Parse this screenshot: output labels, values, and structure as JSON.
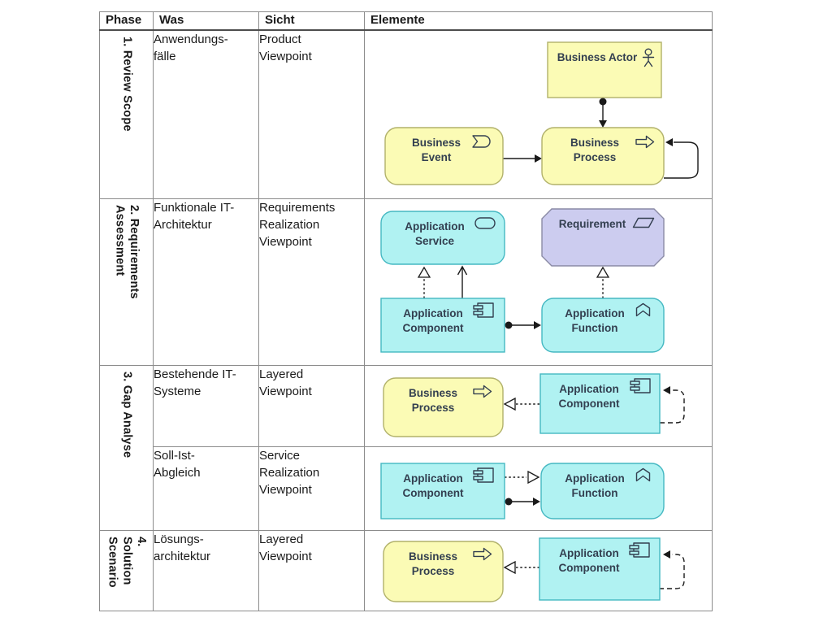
{
  "colors": {
    "business_fill": "#FBFBB5",
    "business_stroke": "#B1B16A",
    "app_fill": "#B0F2F2",
    "app_stroke": "#45B8C2",
    "motivation_fill": "#CCCCEF",
    "motivation_stroke": "#8A8AA5",
    "diagram_text": "#333F50",
    "line_color": "#1A1A1A",
    "table_border": "#8C8C8C",
    "header_sep": "#4D4D4D",
    "text_color": "#1A1A1A"
  },
  "header": {
    "phase": "Phase",
    "was": "Was",
    "sicht": "Sicht",
    "elemente": "Elemente"
  },
  "rows": [
    {
      "phase_lines": [
        "1. Review Scope"
      ],
      "was_lines": [
        "Anwendungs-",
        "fälle"
      ],
      "sicht_lines": [
        "Product",
        "Viewpoint"
      ]
    },
    {
      "phase_lines": [
        "2. Requirements",
        "Assessment"
      ],
      "was_lines": [
        "Funktionale IT-",
        "Architektur"
      ],
      "sicht_lines": [
        "Requirements",
        "Realization",
        "Viewpoint"
      ]
    },
    {
      "phase_lines": [
        "3. Gap Analyse"
      ],
      "was_lines": [
        "Bestehende IT-",
        "Systeme"
      ],
      "sicht_lines": [
        "Layered",
        "Viewpoint"
      ]
    },
    {
      "was_lines": [
        "Soll-Ist-",
        "Abgleich"
      ],
      "sicht_lines": [
        "Service",
        "Realization",
        "Viewpoint"
      ]
    },
    {
      "phase_lines": [
        "4.",
        "Solution",
        "Scenario"
      ],
      "was_lines": [
        "Lösungs-",
        "architektur"
      ],
      "sicht_lines": [
        "Layered",
        "Viewpoint"
      ]
    }
  ],
  "diagrams": {
    "row1": {
      "actor": "Business Actor",
      "event1": "Business",
      "event2": "Event",
      "process1": "Business",
      "process2": "Process"
    },
    "row2": {
      "service1": "Application",
      "service2": "Service",
      "requirement": "Requirement",
      "component1": "Application",
      "component2": "Component",
      "function1": "Application",
      "function2": "Function"
    },
    "row3a": {
      "process1": "Business",
      "process2": "Process",
      "component1": "Application",
      "component2": "Component"
    },
    "row3b": {
      "component1": "Application",
      "component2": "Component",
      "function1": "Application",
      "function2": "Function"
    },
    "row4": {
      "process1": "Business",
      "process2": "Process",
      "component1": "Application",
      "component2": "Component"
    }
  }
}
